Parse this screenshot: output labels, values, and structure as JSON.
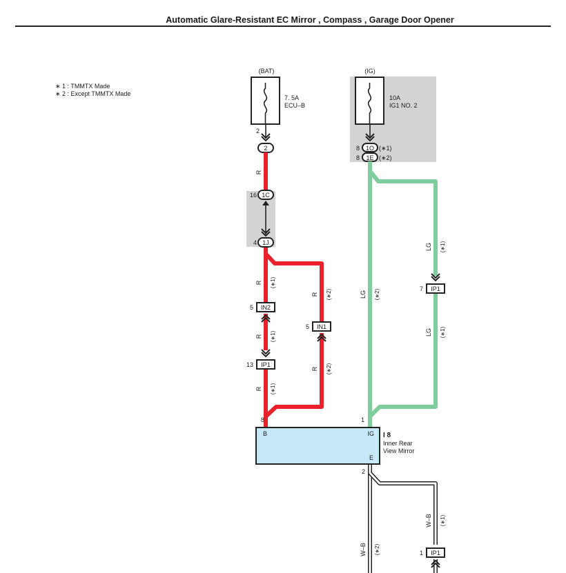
{
  "header": {
    "title": "Automatic Glare-Resistant EC Mirror , Compass , Garage Door Opener"
  },
  "notes": [
    "∗ 1 : TMMTX Made",
    "∗ 2 : Except TMMTX Made"
  ],
  "fuse_bat": {
    "source": "(BAT)",
    "rating": "7. 5A",
    "name": "ECU–B",
    "pin": "2",
    "connector": "2"
  },
  "fuse_ig": {
    "source": "(IG)",
    "rating": "10A",
    "name": "IG1 NO. 2",
    "pin_a": "8",
    "conn_a": "1O",
    "note_a": "(∗1)",
    "pin_b": "8",
    "conn_b": "1E",
    "note_b": "(∗2)"
  },
  "junction": {
    "pin_top": "16",
    "conn_top": "1C",
    "pin_bottom": "4",
    "conn_bottom": "1J"
  },
  "connectors": {
    "in2": {
      "pin": "5",
      "label": "IN2"
    },
    "in1": {
      "pin": "5",
      "label": "IN1"
    },
    "ip1_a": {
      "pin": "13",
      "label": "IP1"
    },
    "ip1_b": {
      "pin": "7",
      "label": "IP1"
    },
    "ip1_c": {
      "pin": "1",
      "label": "IP1"
    }
  },
  "wires": {
    "red": "R",
    "green": "LG",
    "ground": "W–B",
    "note1": "(∗1)",
    "note2": "(∗2)"
  },
  "mirror": {
    "id": "I 8",
    "line1": "Inner Rear",
    "line2": "View Mirror",
    "pin_b": "8",
    "term_b": "B",
    "pin_ig": "1",
    "term_ig": "IG",
    "pin_e": "2",
    "term_e": "E"
  },
  "colors": {
    "red_wire": "#e8212a",
    "green_wire": "#7fcc9c",
    "mirror_fill": "#c7e8f8",
    "shade": "#d3d3d3"
  }
}
